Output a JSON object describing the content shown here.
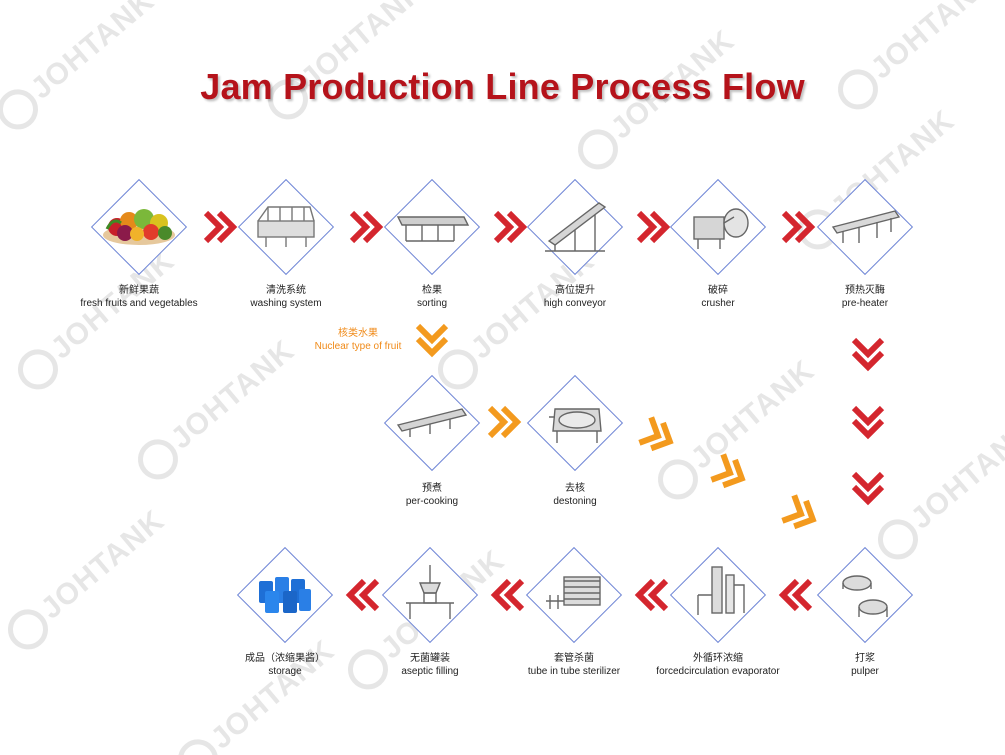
{
  "title": "Jam Production Line Process Flow",
  "watermark": "JOHTANK",
  "note": {
    "cn": "核类水果",
    "en": "Nuclear type of fruit"
  },
  "steps": [
    {
      "cn": "新鲜果蔬",
      "en": "fresh fruits and vegetables",
      "icon": "fruits-icon"
    },
    {
      "cn": "清洗系统",
      "en": "washing system",
      "icon": "washing-machine-icon"
    },
    {
      "cn": "检果",
      "en": "sorting",
      "icon": "sorting-conveyor-icon"
    },
    {
      "cn": "高位提升",
      "en": "high conveyor",
      "icon": "incline-conveyor-icon"
    },
    {
      "cn": "破碎",
      "en": "crusher",
      "icon": "crusher-icon"
    },
    {
      "cn": "预热灭酶",
      "en": "pre-heater",
      "icon": "tube-preheater-icon"
    },
    {
      "cn": "预煮",
      "en": "per-cooking",
      "icon": "cooker-icon"
    },
    {
      "cn": "去核",
      "en": "destoning",
      "icon": "destoner-icon"
    },
    {
      "cn": "打浆",
      "en": "pulper",
      "icon": "pulper-icon"
    },
    {
      "cn": "外循环浓缩",
      "en": "forcedcirculation evaporator",
      "icon": "evaporator-icon"
    },
    {
      "cn": "套管杀菌",
      "en": "tube in tube sterilizer",
      "icon": "sterilizer-icon"
    },
    {
      "cn": "无菌罐装",
      "en": "aseptic filling",
      "icon": "aseptic-filler-icon"
    },
    {
      "cn": "成品（浓缩果酱）",
      "en": "storage",
      "icon": "blue-drums-icon"
    }
  ],
  "colors": {
    "title": "#b5131b",
    "red_arrow": "#d4262e",
    "orange_arrow": "#f39a1e",
    "diamond_border": "#6f86d6",
    "note": "#f08a18"
  }
}
